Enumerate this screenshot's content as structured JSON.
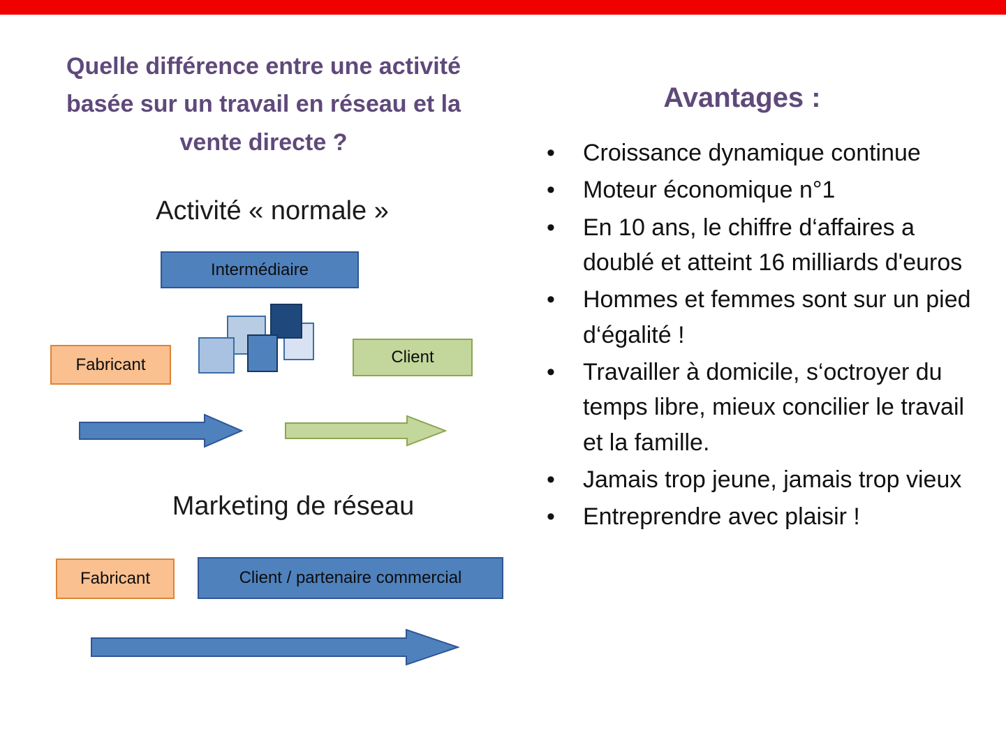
{
  "left": {
    "title": "Quelle différence entre une activité basée sur un travail en réseau et la vente directe ?",
    "section1_title": "Activité « normale »",
    "diagram1": {
      "intermediary_label": "Intermédiaire",
      "manufacturer_label": "Fabricant",
      "client_label": "Client"
    },
    "section2_title": "Marketing de réseau",
    "diagram2": {
      "manufacturer_label": "Fabricant",
      "client_label": "Client / partenaire commercial"
    }
  },
  "right": {
    "heading": "Avantages :",
    "bullet_glyph": "•",
    "bullets": [
      "Croissance dynamique continue",
      "Moteur économique n°1",
      "En 10 ans, le chiffre d‘affaires a doublé et atteint 16 milliards d'euros",
      "Hommes et femmes sont sur un pied d‘égalité !",
      "Travailler à domicile, s‘octroyer du temps libre, mieux concilier le travail et la famille.",
      "Jamais trop jeune, jamais trop vieux",
      "Entreprendre avec plaisir !"
    ]
  },
  "colors": {
    "accent_red": "#F10000",
    "purple_heading": "#5F497A",
    "box_blue": "#4F81BD",
    "box_orange": "#FAC090",
    "box_green": "#C3D69B",
    "dark_blue_square": "#1F497D"
  }
}
